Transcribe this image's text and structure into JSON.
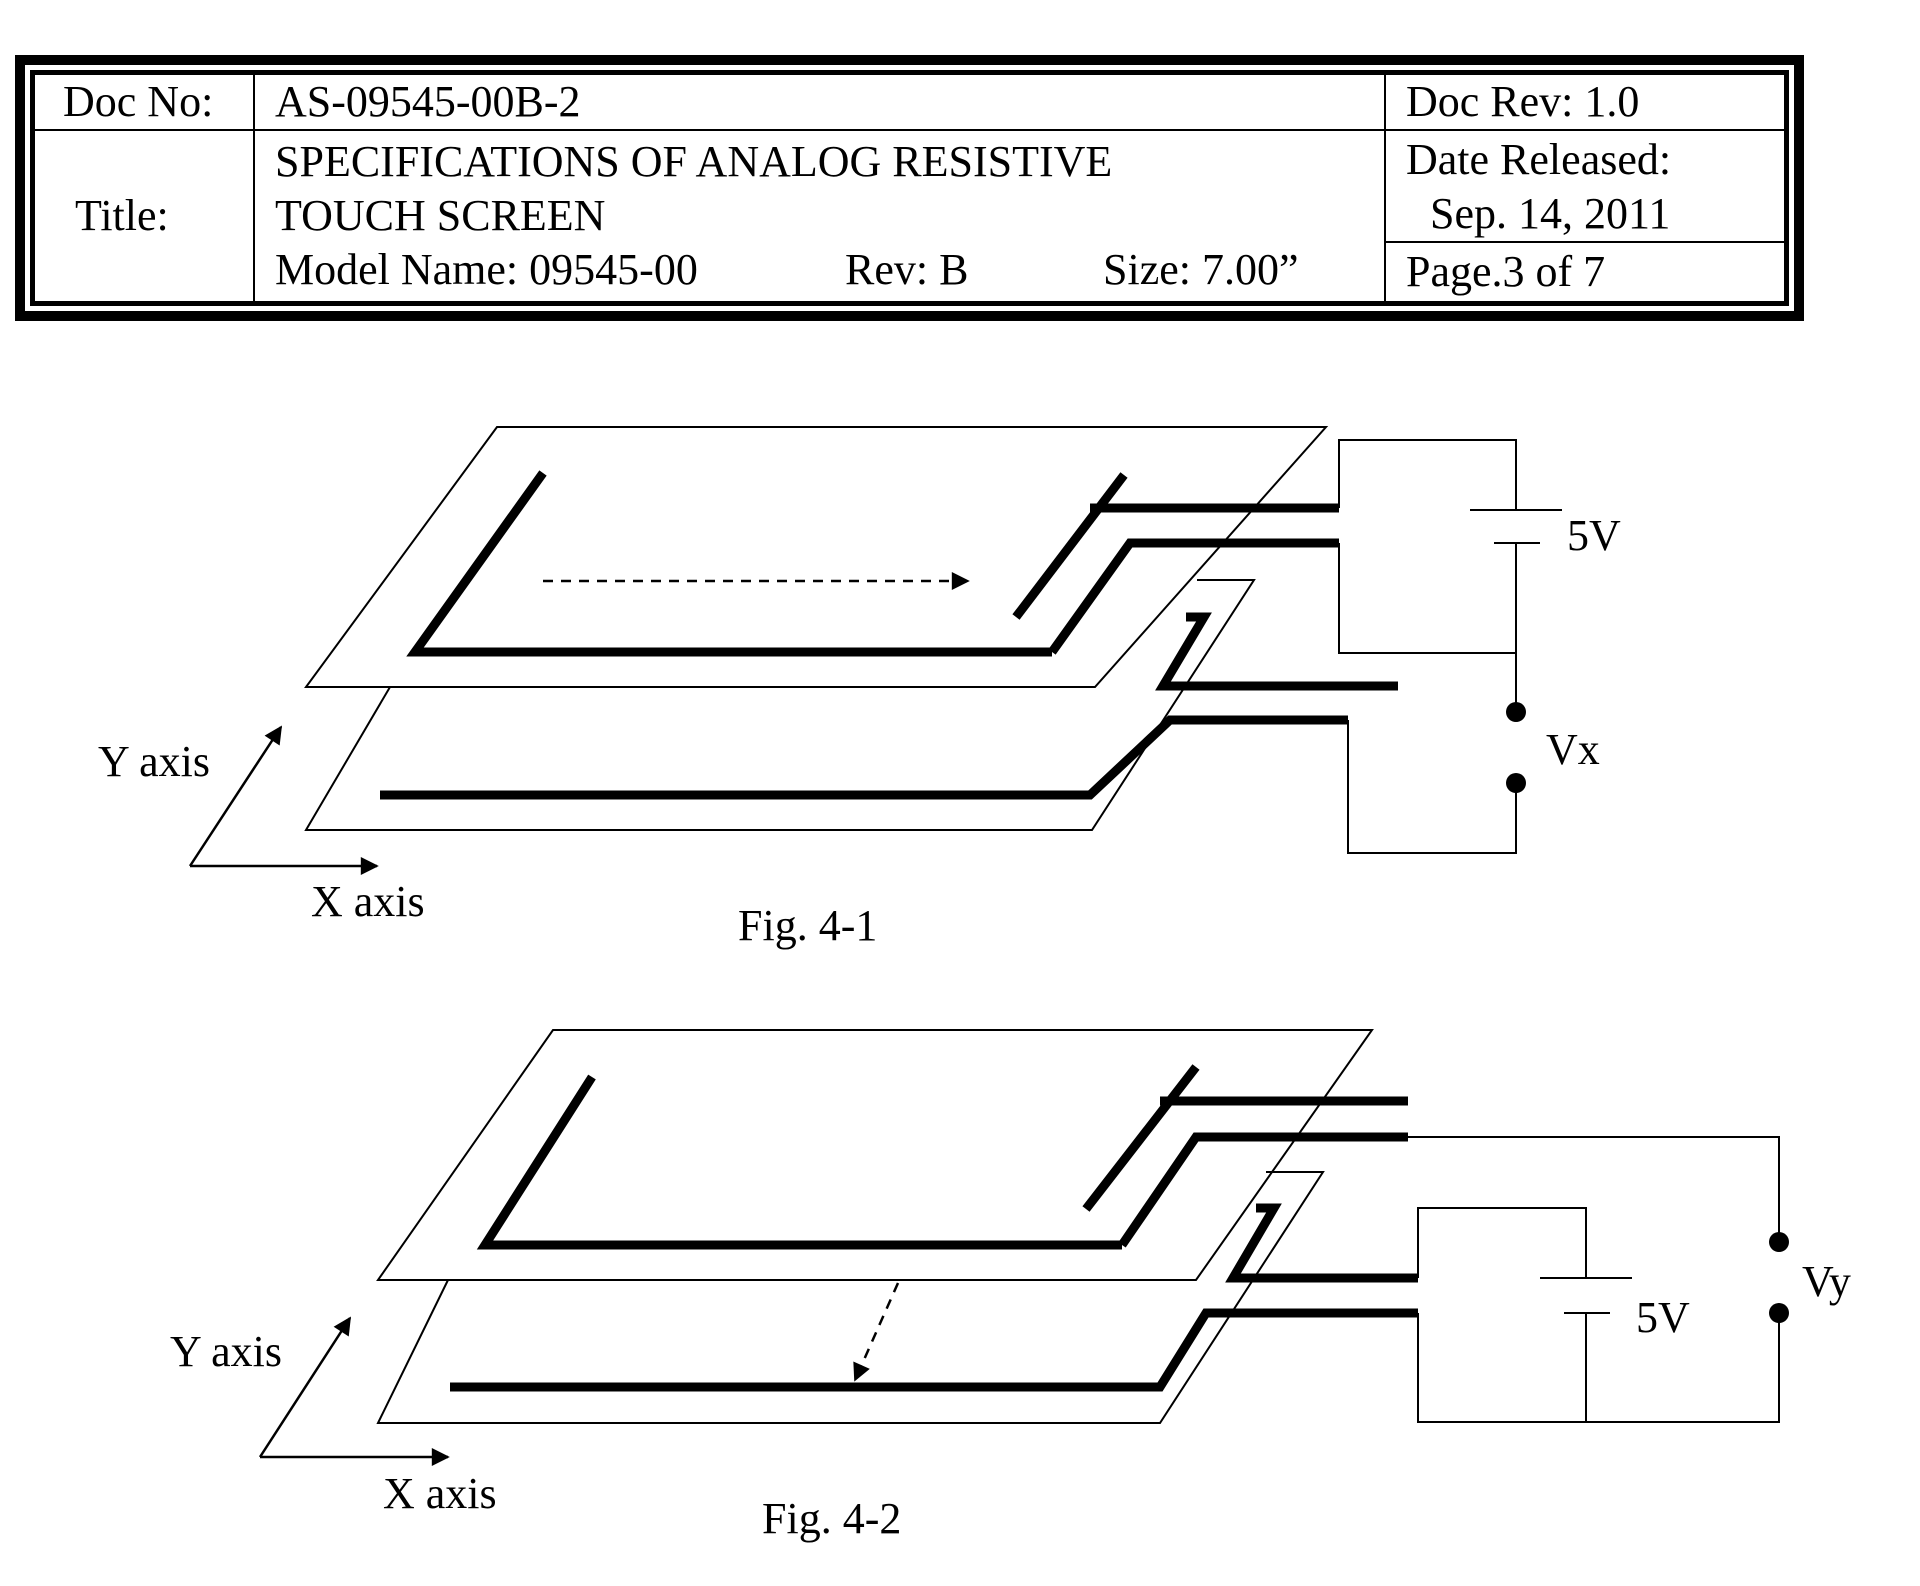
{
  "header": {
    "doc_no_label": "Doc No:",
    "doc_no": "AS-09545-00B-2",
    "doc_rev": "Doc Rev: 1.0",
    "title_label": "Title:",
    "title_line1": "SPECIFICATIONS OF ANALOG RESISTIVE",
    "title_line2": "TOUCH SCREEN",
    "model_name": "Model Name: 09545-00",
    "rev": "Rev: B",
    "size": "Size: 7.00”",
    "date_label": "Date Released:",
    "date_value": "Sep. 14, 2011",
    "page": "Page.3 of 7"
  },
  "fig1": {
    "caption": "Fig. 4-1",
    "y_axis": "Y axis",
    "x_axis": "X axis",
    "voltage": "5V",
    "measure": "Vx"
  },
  "fig2": {
    "caption": "Fig. 4-2",
    "y_axis": "Y axis",
    "x_axis": "X axis",
    "voltage": "5V",
    "measure": "Vy"
  }
}
